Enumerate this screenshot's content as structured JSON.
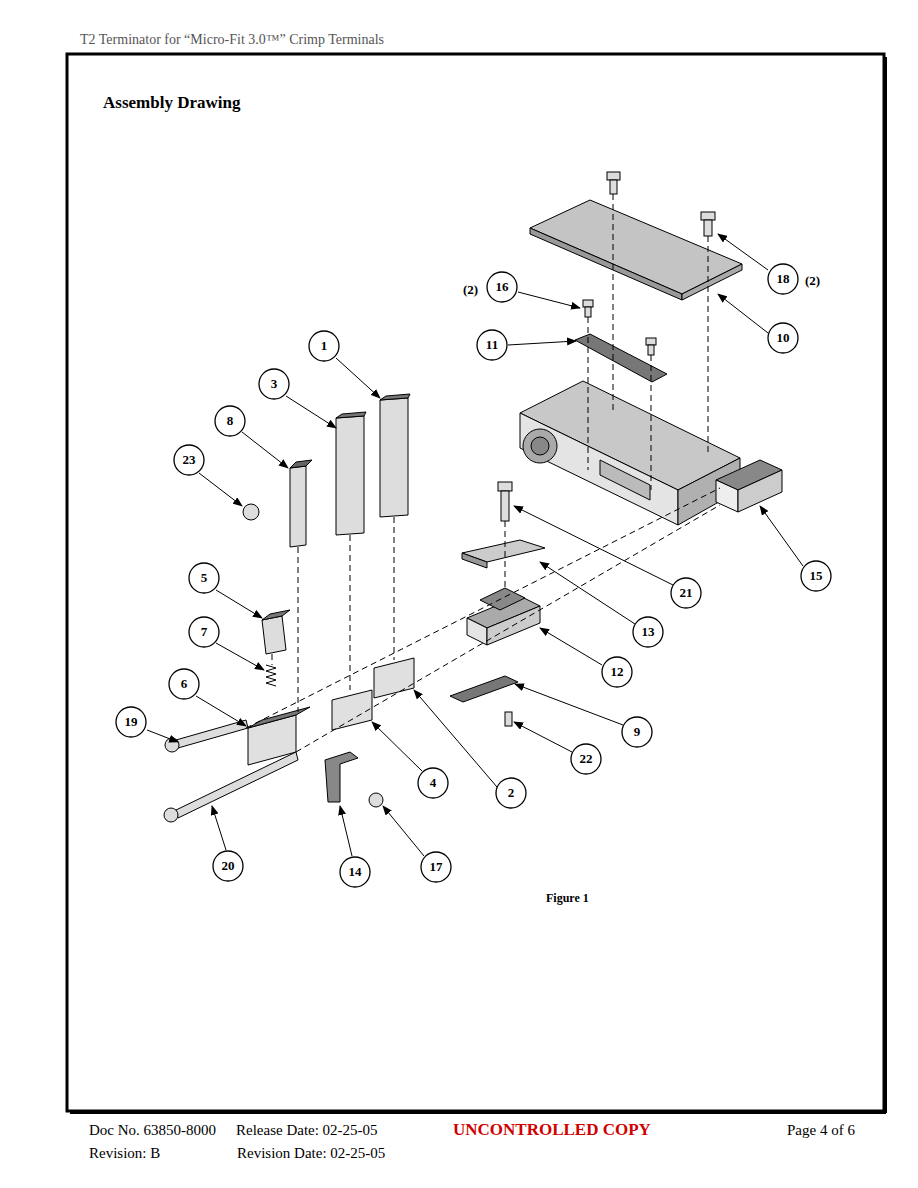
{
  "diagram": {
    "title": "Assembly Drawing",
    "caption": "Figure 1",
    "nodes": [
      {
        "text": [
          "16"
        ]
      },
      {
        "text": [
          "18"
        ]
      },
      {
        "text": [
          "10"
        ]
      },
      {
        "text": [
          "11"
        ]
      },
      {
        "text": [
          "1"
        ]
      },
      {
        "text": [
          "3"
        ]
      },
      {
        "text": [
          "8"
        ]
      },
      {
        "text": [
          "23"
        ]
      },
      {
        "text": [
          "15"
        ]
      },
      {
        "text": [
          "21"
        ]
      },
      {
        "text": [
          "5"
        ]
      },
      {
        "text": [
          "13"
        ]
      },
      {
        "text": [
          "7"
        ]
      },
      {
        "text": [
          "12"
        ]
      },
      {
        "text": [
          "6"
        ]
      },
      {
        "text": [
          "19"
        ]
      },
      {
        "text": [
          "9"
        ]
      },
      {
        "text": [
          "22"
        ]
      },
      {
        "text": [
          "4"
        ]
      },
      {
        "text": [
          "2"
        ]
      },
      {
        "text": [
          "20"
        ]
      },
      {
        "text": [
          "14"
        ]
      },
      {
        "text": [
          "17"
        ]
      }
    ],
    "labels": [
      "T2 Terminator for “Micro-Fit 3.0™” Crimp Terminals",
      "(2)",
      "(2)",
      "Doc No. 63850-8000",
      "Release Date: 02-25-05",
      "UNCONTROLLED COPY",
      "Page 4 of 6",
      "Revision: B",
      "Revision Date: 02-25-05"
    ]
  }
}
